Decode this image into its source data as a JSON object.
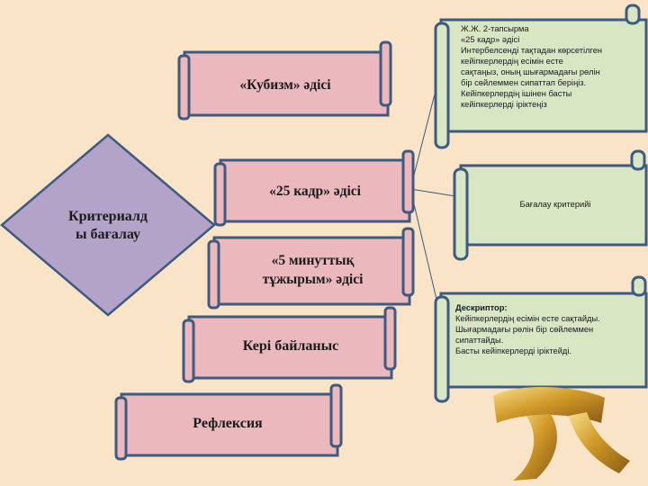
{
  "center": {
    "text": [
      "Критериалд",
      "ы бағалау"
    ]
  },
  "scrolls": {
    "kubizm": "«Кубизм» әдісі",
    "kadr25": "«25 кадр» әдісі",
    "minute5": [
      "«5 минуттық",
      "тұжырым» әдісі"
    ],
    "feedback": "Кері байланыс",
    "reflection": "Рефлексия"
  },
  "notes": {
    "task": {
      "lines": [
        "Ж.Ж. 2-тапсырма",
        "«25 кадр» әдісі",
        "Интербелсенді тақтадан көрсетілген",
        "кейіпкерлердің есімін есте",
        "сақтаңыз, оның шығармадағы рөлін",
        "бір сөйлеммен сипаттап беріңіз.",
        "Кейіпкерлердің ішінен басты",
        "кейіпкерлерді іріктеңіз"
      ]
    },
    "criteria": {
      "text": "Бағалау критерийі"
    },
    "descriptor": {
      "title": "Дескриптор:",
      "lines": [
        "Кейіпкерлердің есімін есте сақтайды.",
        "Шығармадағы рөлін бір сөйлеммен",
        "сипаттайды.",
        "Басты кейіпкерлерді іріктейді."
      ]
    }
  },
  "colors": {
    "background": "#f9e4c8",
    "scroll_fill": "#eab8bd",
    "note_fill": "#d9e6c4",
    "diamond_fill": "#b3a3c9",
    "outline": "#3d5a80",
    "ribbon_gold": "#d8a63a"
  }
}
